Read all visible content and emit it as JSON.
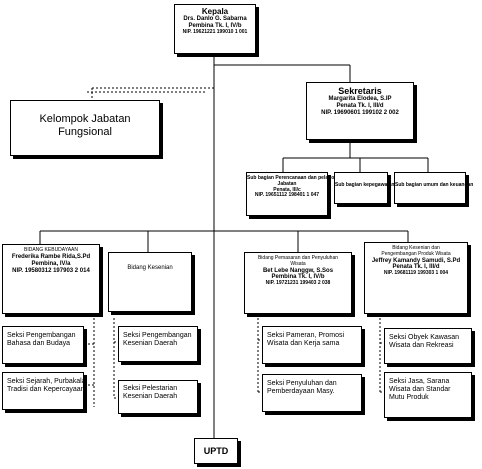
{
  "kepala": {
    "title": "Kepala",
    "name": "Drs. Danlo G. Sabarna",
    "rank": "Pembina Tk. I, IV/b",
    "nip": "NIP. 19621221 199010 1 001"
  },
  "kelompok": {
    "line1": "Kelompok Jabatan",
    "line2": "Fungsional"
  },
  "sekretaris": {
    "title": "Sekretaris",
    "name": "Margarita Elodea, S.IP",
    "rank": "Penata Tk. I, III/d",
    "nip": "NIP. 19690601 199102 2 002"
  },
  "subbagian": [
    {
      "line1": "Sub bagian Perencanaan dan pelaporan",
      "line2": "Jabatan",
      "line3": "Penata, III/c",
      "line4": "NIP. 19651112 198401 1 047"
    },
    {
      "line1": "Sub bagian kepegawaian"
    },
    {
      "line1": "Sub bagian umum dan keuangan"
    }
  ],
  "bidang": [
    {
      "line1": "BIDANG KEBUDAYAAN",
      "line2": "Frederika Rambe Rida,S.Pd",
      "line3": "Pembina, IV/a",
      "line4": "NIP. 19580312 197903 2 014"
    },
    {
      "line1": "Bidang Kesenian"
    },
    {
      "line1": "Bidang Pemasaran dan Penyuluhan",
      "line2": "Wisata",
      "line3": "Bet Lebe Nanggw, S.Sos",
      "line4": "Pembina Tk. I, IV/b",
      "line5": "NIP. 19721231 199403 2 038"
    },
    {
      "line1": "Bidang Kesenian dan",
      "line2": "Pengembangan Produk Wisata",
      "line3": "Jeffrey Kamandy Samudi, S.Pd",
      "line4": "Penata Tk. I, III/d",
      "line5": "NIP. 19681119 199303 1 004"
    }
  ],
  "seksi": [
    {
      "line1": "Seksi Pengembangan",
      "line2": "Bahasa dan Budaya"
    },
    {
      "line1": "Seksi Sejarah, Purbakala,",
      "line2": "Tradisi dan Kepercayaan"
    },
    {
      "line1": "Seksi Pengembangan",
      "line2": "Kesenian Daerah"
    },
    {
      "line1": "Seksi Pelestarian",
      "line2": "Kesenian Daerah"
    },
    {
      "line1": "Seksi Pameran, Promosi",
      "line2": "Wisata dan Kerja sama"
    },
    {
      "line1": "Seksi Penyuluhan dan",
      "line2": "Pemberdayaan Masy."
    },
    {
      "line1": "Seksi Obyek Kawasan",
      "line2": "Wisata dan Rekreasi"
    },
    {
      "line1": "Seksi Jasa, Sarana",
      "line2": "Wisata dan Standar",
      "line3": "Mutu Produk"
    }
  ],
  "uptd": {
    "label": "UPTD"
  }
}
